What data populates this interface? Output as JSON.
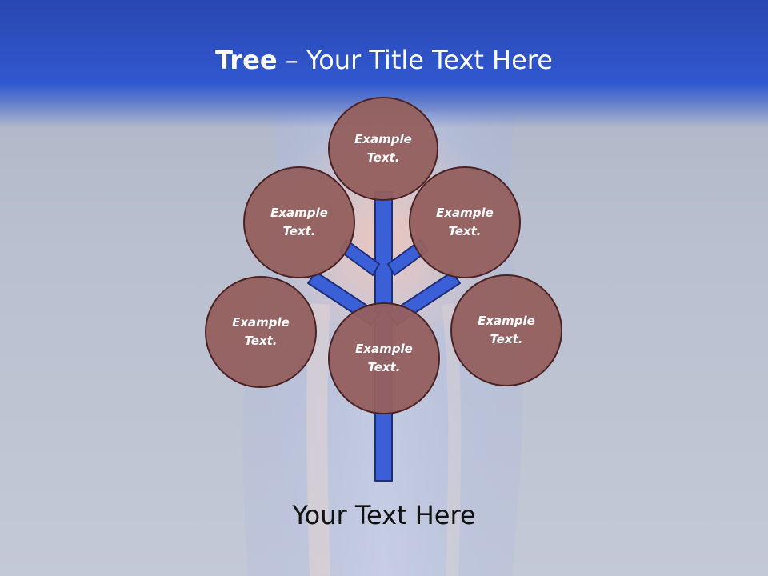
{
  "slide": {
    "title_bold": "Tree",
    "title_rest": " – Your Title Text Here",
    "footer": "Your Text Here"
  },
  "nodes": [
    {
      "id": "top",
      "label": "Example Text."
    },
    {
      "id": "upper-left",
      "label": "Example Text."
    },
    {
      "id": "upper-right",
      "label": "Example Text."
    },
    {
      "id": "lower-left",
      "label": "Example Text."
    },
    {
      "id": "center",
      "label": "Example Text."
    },
    {
      "id": "lower-right",
      "label": "Example Text."
    }
  ],
  "colors": {
    "header": "#3058d0",
    "node_fill": "#94605f",
    "node_border": "#4a2224",
    "branch": "#3a5fd6",
    "branch_border": "#1e2d7a"
  }
}
